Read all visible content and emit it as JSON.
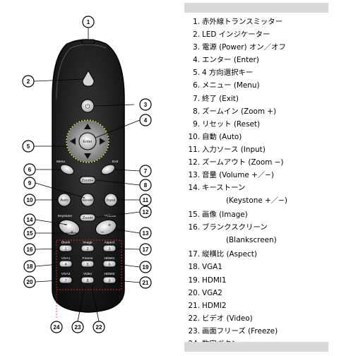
{
  "remote": {
    "button_labels": {
      "power": "⏻",
      "enter": "Enter",
      "menu": "Menu",
      "exit": "Exit",
      "zoom_in": "Zoom+",
      "zoom_out": "Zoom",
      "auto": "Auto",
      "reset": "Reset",
      "input": "Input",
      "keystone": "Keystone",
      "volume": "Volume",
      "blank": "Blank",
      "image": "Image",
      "aspect": "Aspect",
      "vga1": "VGA1",
      "freeze": "Freeze",
      "hdmi1": "HDMI1",
      "vga2": "VGA2",
      "video": "Video",
      "hdmi2": "HDMI2",
      "minus": "−",
      "plus": "+",
      "key1": "1",
      "key2": "2",
      "key3": "3",
      "key4": "4",
      "key5": "5",
      "key6": "6",
      "key7": "7",
      "key8": "8",
      "key9": "9"
    },
    "callouts": [
      "1",
      "2",
      "3",
      "4",
      "5",
      "6",
      "7",
      "8",
      "9",
      "10",
      "11",
      "12",
      "13",
      "14",
      "15",
      "16",
      "17",
      "18",
      "19",
      "20",
      "21",
      "22",
      "23",
      "24"
    ]
  },
  "legend": [
    {
      "num": "1.",
      "text": "赤外線トランスミッター"
    },
    {
      "num": "2.",
      "text": "LED インジケーター"
    },
    {
      "num": "3.",
      "text": "電源 (Power) オン／オフ"
    },
    {
      "num": "4.",
      "text": "エンター (Enter)"
    },
    {
      "num": "5.",
      "text": "4 方向選択キー"
    },
    {
      "num": "6.",
      "text": "メニュー (Menu)"
    },
    {
      "num": "7.",
      "text": "終了 (Exit)"
    },
    {
      "num": "8.",
      "text": "ズームイン (Zoom +)"
    },
    {
      "num": "9.",
      "text": "リセット (Reset)"
    },
    {
      "num": "10.",
      "text": "自動 (Auto)"
    },
    {
      "num": "11.",
      "text": "入力ソース (Input)"
    },
    {
      "num": "12.",
      "text": "ズームアウト (Zoom −)"
    },
    {
      "num": "13.",
      "text": "音量 (Volume +／−)"
    },
    {
      "num": "14.",
      "text": "キーストーン",
      "text2": "(Keystone +／−)"
    },
    {
      "num": "15.",
      "text": "画像 (Image)"
    },
    {
      "num": "16.",
      "text": "ブランクスクリーン",
      "text2": "(Blankscreen)"
    },
    {
      "num": "17.",
      "text": "縦横比 (Aspect)"
    },
    {
      "num": "18.",
      "text": "VGA1"
    },
    {
      "num": "19.",
      "text": "HDMI1"
    },
    {
      "num": "20.",
      "text": "VGA2"
    },
    {
      "num": "21.",
      "text": "HDMI2"
    },
    {
      "num": "22.",
      "text": "ビデオ (Video)"
    },
    {
      "num": "23.",
      "text": "画面フリーズ (Freeze)"
    },
    {
      "num": "24.",
      "text": "数字ボタン"
    }
  ]
}
